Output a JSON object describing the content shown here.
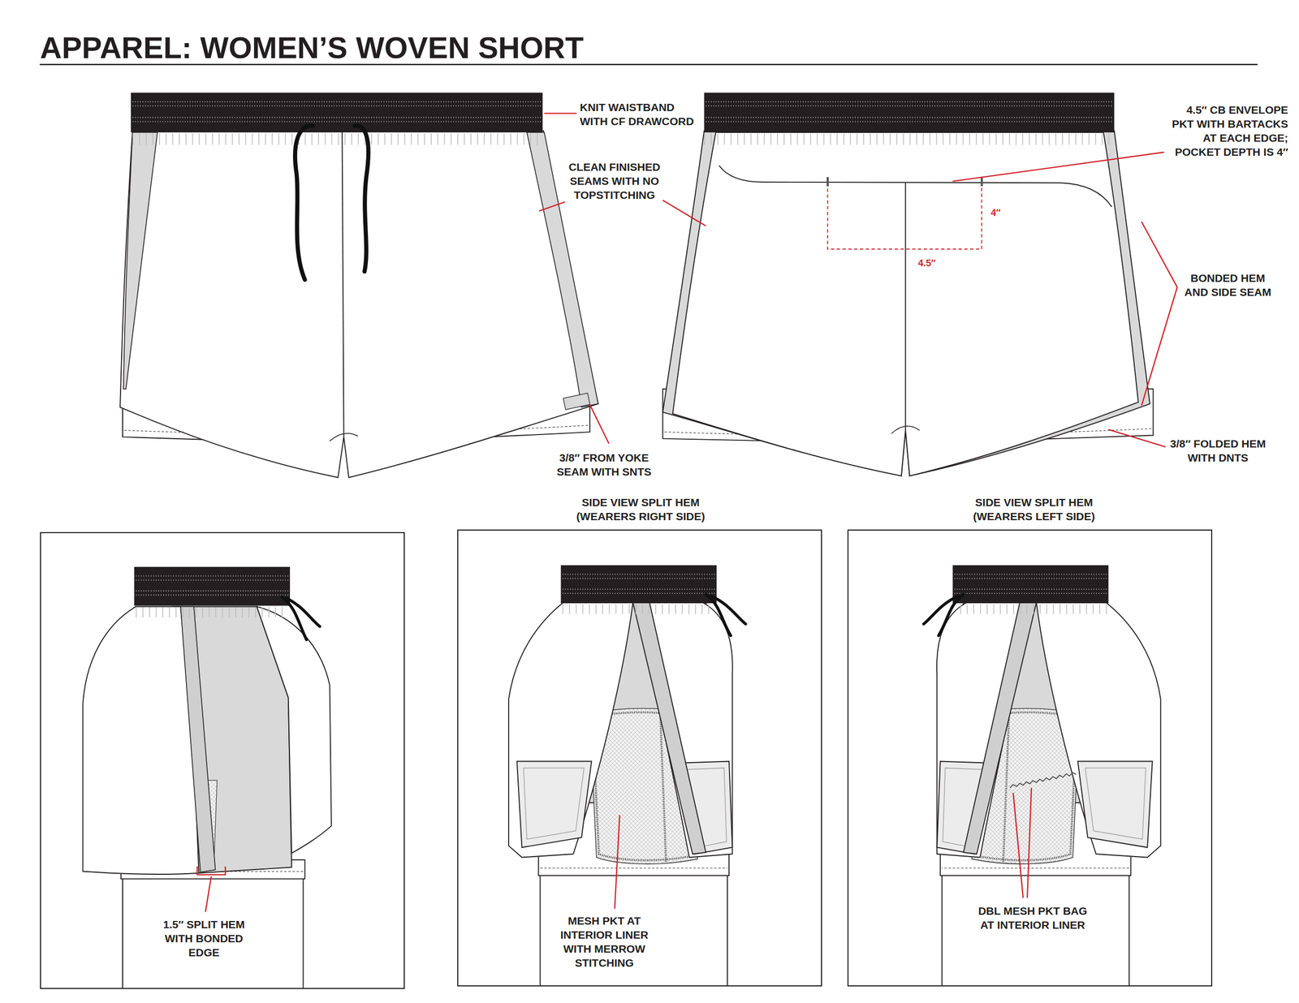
{
  "diagram": {
    "title": "APPAREL: WOMEN’S WOVEN SHORT",
    "nodes": [
      {
        "text": [
          "1.5″ SPLIT HEM WITH BONDED EDGE"
        ]
      },
      {
        "text": [
          "SIDE VIEW SPLIT HEM (WEARERS RIGHT SIDE)",
          "MESH PKT AT INTERIOR LINER WITH MERROW STITCHING"
        ]
      },
      {
        "text": [
          "SIDE VIEW SPLIT HEM (WEARERS LEFT SIDE)",
          "DBL MESH PKT BAG AT INTERIOR LINER"
        ]
      }
    ],
    "labels": [
      "KNIT WAISTBAND WITH CF DRAWCORD",
      "CLEAN FINISHED SEAMS WITH NO TOPSTITCHING",
      "4.5″ CB ENVELOPE PKT WITH BARTACKS AT EACH EDGE; POCKET DEPTH IS 4″",
      "4″",
      "4.5″",
      "BONDED HEM AND SIDE SEAM",
      "3/8″ FOLDED HEM WITH DNTS",
      "3/8″ FROM YOKE SEAM WITH SNTS"
    ]
  }
}
